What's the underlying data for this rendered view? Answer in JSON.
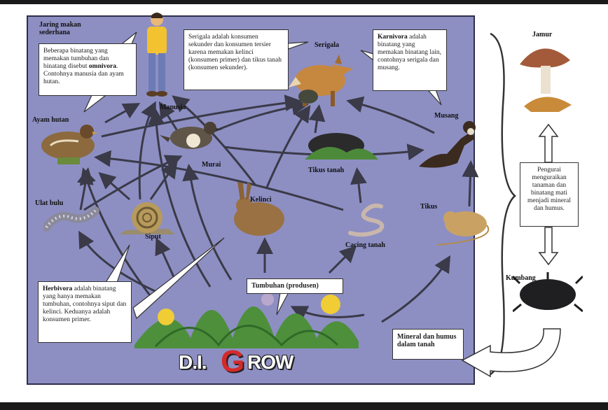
{
  "title": "Jaring makan sederhana",
  "organisms": {
    "manusia": "Manusia",
    "ayam_hutan": "Ayam hutan",
    "murai": "Murai",
    "serigala": "Serigala",
    "musang": "Musang",
    "tikus_tanah": "Tikus tanah",
    "ulat_bulu": "Ulat bulu",
    "siput": "Siput",
    "kelinci": "Kelinci",
    "cacing_tanah": "Cacing tanah",
    "tikus": "Tikus",
    "tumbuhan": "Tumbuhan (produsen)",
    "mineral": "Mineral dan humus dalam tanah",
    "jamur": "Jamur",
    "kumbang": "Kumbang"
  },
  "notes": {
    "omnivora_pre": "Beberapa binatang yang memakan tumbuhan dan binatang disebut",
    "omnivora_term": "omnivora",
    "omnivora_post": ". Contohnya manusia dan ayam hutan.",
    "serigala_note": "Serigala adalah konsumen sekunder dan konsumen tersier karena memakan kelinci (konsumen primer) dan tikus tanah (konsumen sekunder).",
    "karnivora_term": "Karnivora",
    "karnivora_post": " adalah binatang yang memakan binatang lain, contohnya serigala dan musang.",
    "herbivora_term": "Herbivora",
    "herbivora_post": " adalah binatang yang hanya memakan tumbuhan, contohnya siput dan kelinci. Keduanya adalah konsumen primer.",
    "pengurai": "Pengurai menguraikan tanaman dan binatang mati menjadi mineral dan humus."
  },
  "logo": {
    "pre": "D.I.",
    "g": "G",
    "post": "ROW"
  },
  "colors": {
    "panel": "#8d8fc3",
    "arrow": "#3a3a48",
    "logo_g": "#d42a2a"
  }
}
